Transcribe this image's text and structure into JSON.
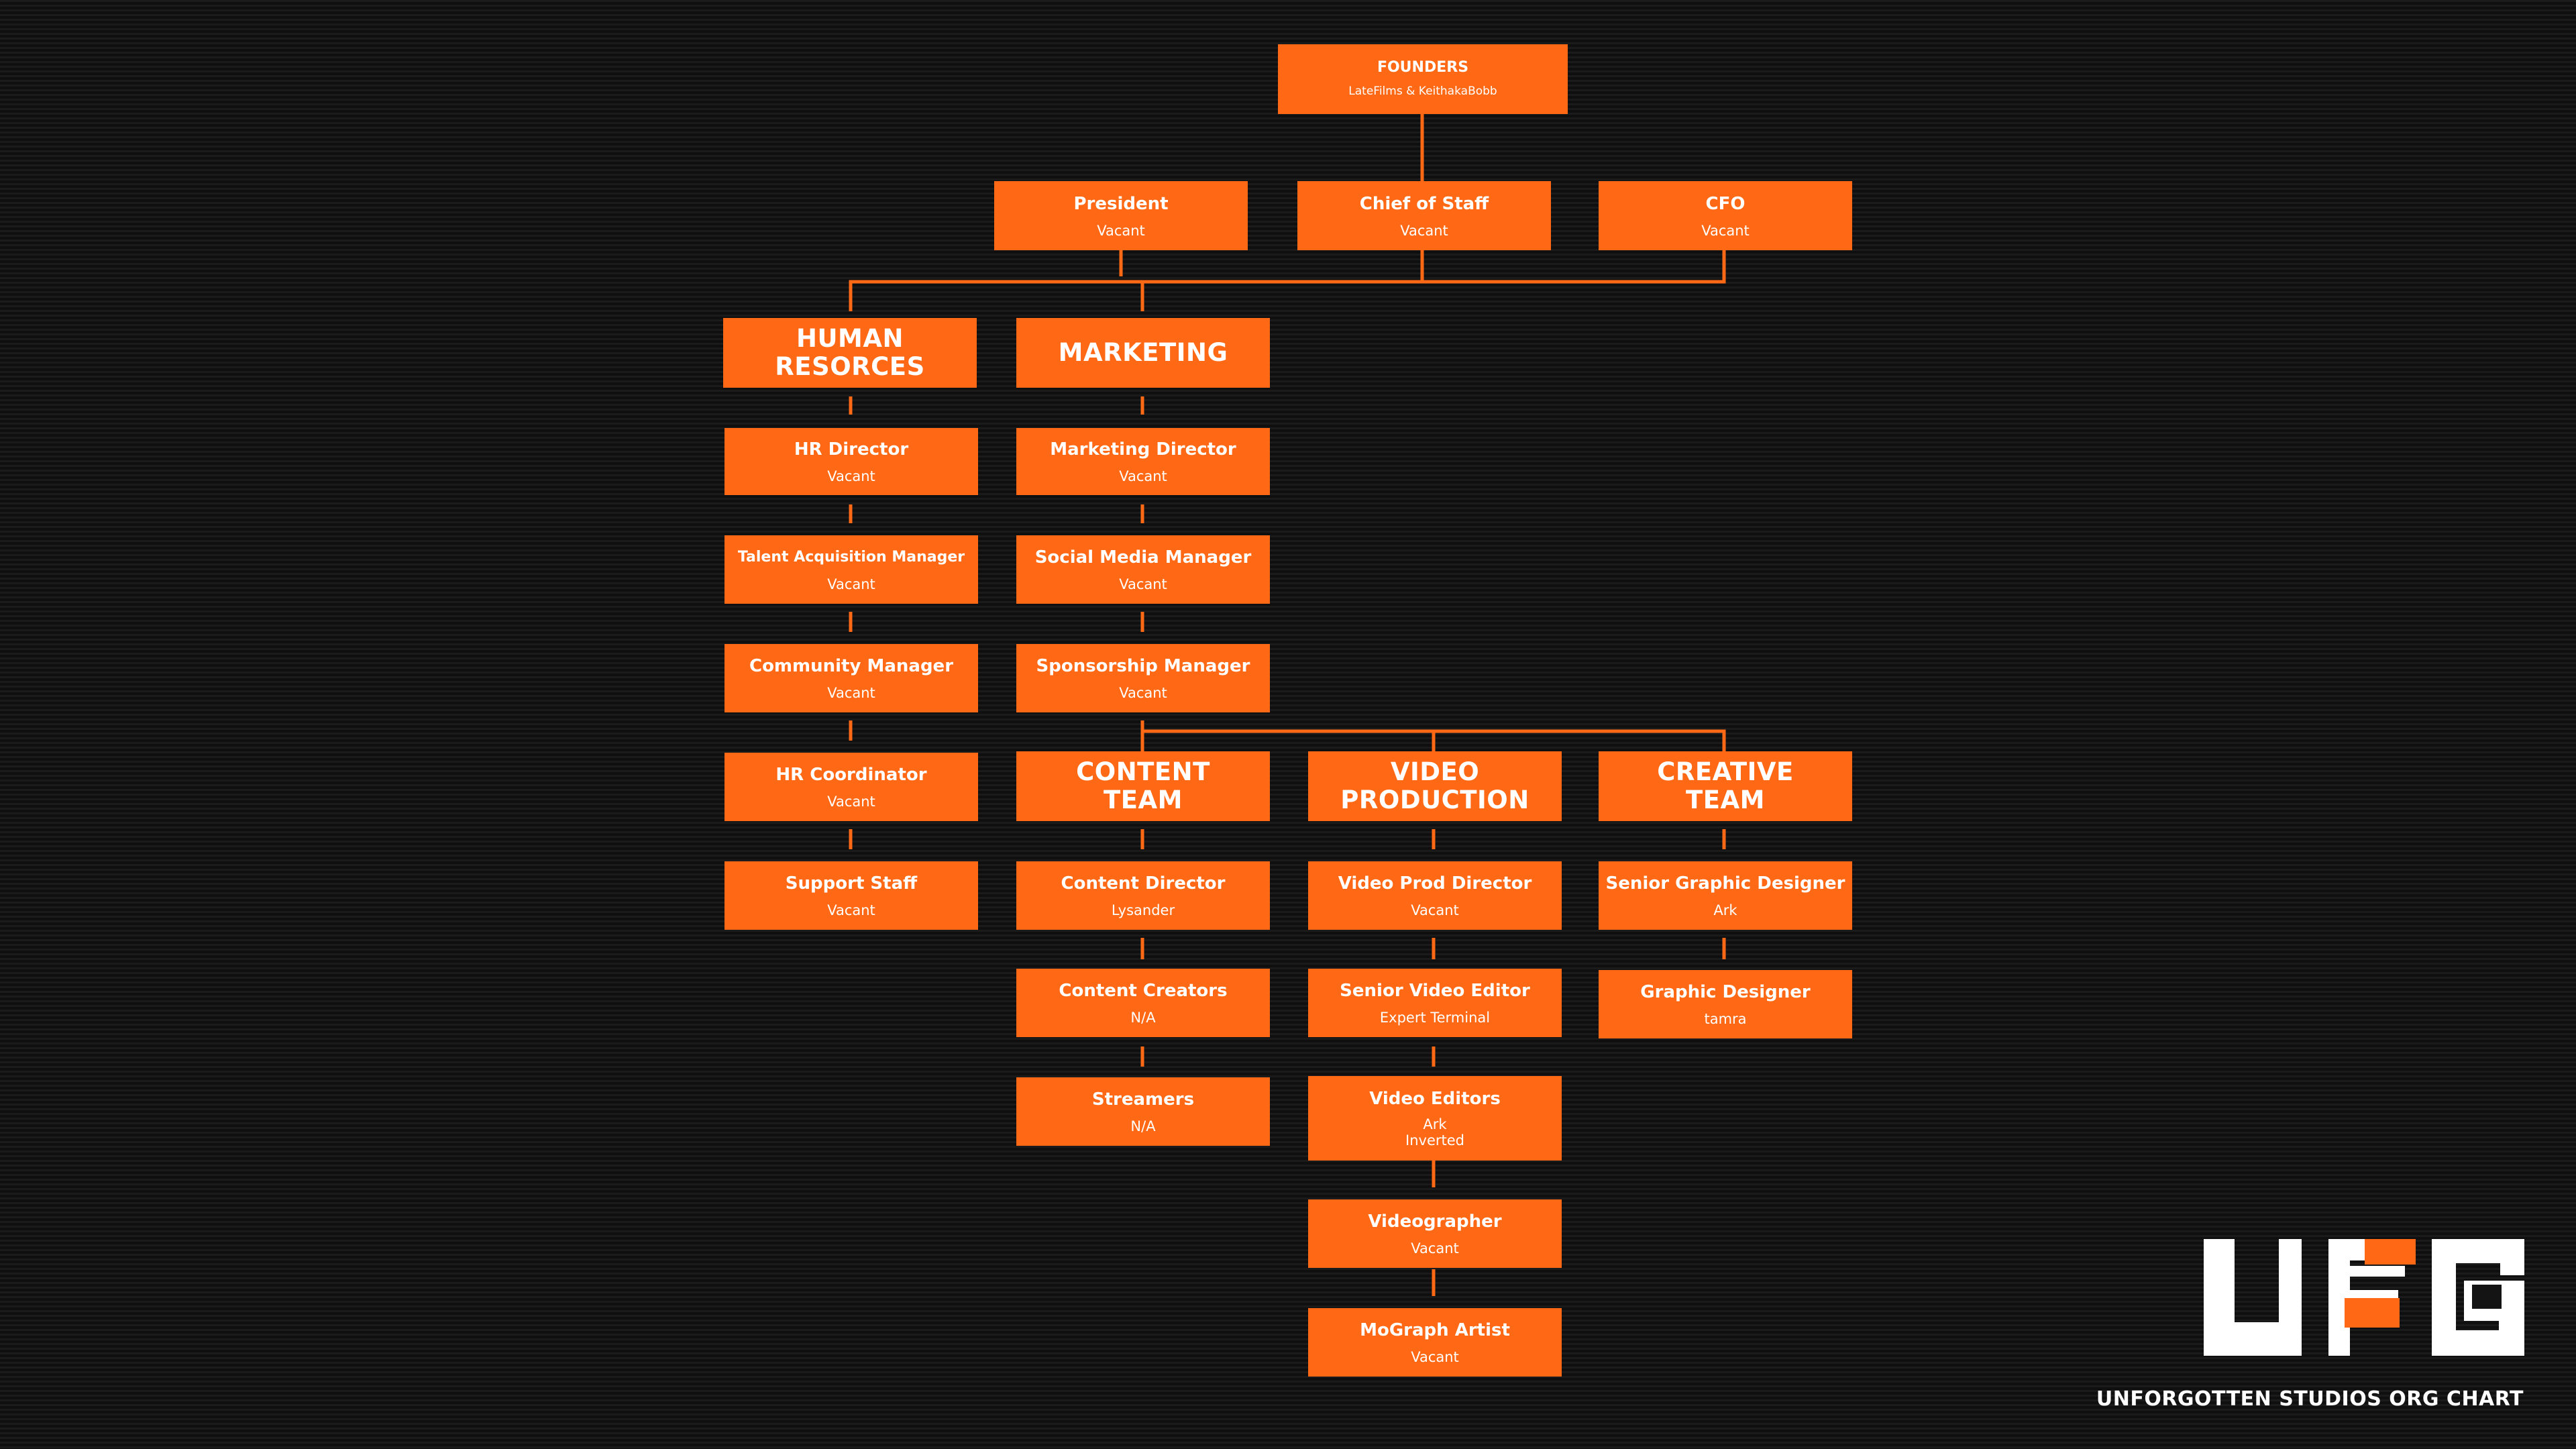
{
  "colors": {
    "accent": "#ff6915",
    "background": "#141414",
    "text": "#ffffff"
  },
  "footer": {
    "title": "UNFORGOTTEN STUDIOS ORG CHART"
  },
  "logo": {
    "icon": "ufg-logo-icon",
    "text": "UFG"
  },
  "org": {
    "founders": {
      "title": "FOUNDERS",
      "subtitle": "LateFilms & KeithakaBobb"
    },
    "president": {
      "title": "President",
      "subtitle": "Vacant"
    },
    "chief_of_staff": {
      "title": "Chief of Staff",
      "subtitle": "Vacant"
    },
    "cfo": {
      "title": "CFO",
      "subtitle": "Vacant"
    },
    "hr": {
      "header": "HUMAN\nRESORCES",
      "roles": [
        {
          "title": "HR Director",
          "subtitle": "Vacant"
        },
        {
          "title": "Talent Acquisition Manager",
          "subtitle": "Vacant"
        },
        {
          "title": "Community Manager",
          "subtitle": "Vacant"
        },
        {
          "title": "HR Coordinator",
          "subtitle": "Vacant"
        },
        {
          "title": "Support Staff",
          "subtitle": "Vacant"
        }
      ]
    },
    "marketing": {
      "header": "MARKETING",
      "roles": [
        {
          "title": "Marketing Director",
          "subtitle": "Vacant"
        },
        {
          "title": "Social Media Manager",
          "subtitle": "Vacant"
        },
        {
          "title": "Sponsorship Manager",
          "subtitle": "Vacant"
        }
      ]
    },
    "content": {
      "header": "CONTENT\nTEAM",
      "roles": [
        {
          "title": "Content Director",
          "subtitle": "Lysander"
        },
        {
          "title": "Content Creators",
          "subtitle": "N/A"
        },
        {
          "title": "Streamers",
          "subtitle": "N/A"
        }
      ]
    },
    "video": {
      "header": "VIDEO\nPRODUCTION",
      "roles": [
        {
          "title": "Video Prod Director",
          "subtitle": "Vacant"
        },
        {
          "title": "Senior Video Editor",
          "subtitle": "Expert Terminal"
        },
        {
          "title": "Video Editors",
          "subtitle": "Ark\nInverted"
        },
        {
          "title": "Videographer",
          "subtitle": "Vacant"
        },
        {
          "title": "MoGraph Artist",
          "subtitle": "Vacant"
        }
      ]
    },
    "creative": {
      "header": "CREATIVE\nTEAM",
      "roles": [
        {
          "title": "Senior Graphic Designer",
          "subtitle": "Ark"
        },
        {
          "title": "Graphic Designer",
          "subtitle": "tamra"
        }
      ]
    }
  }
}
